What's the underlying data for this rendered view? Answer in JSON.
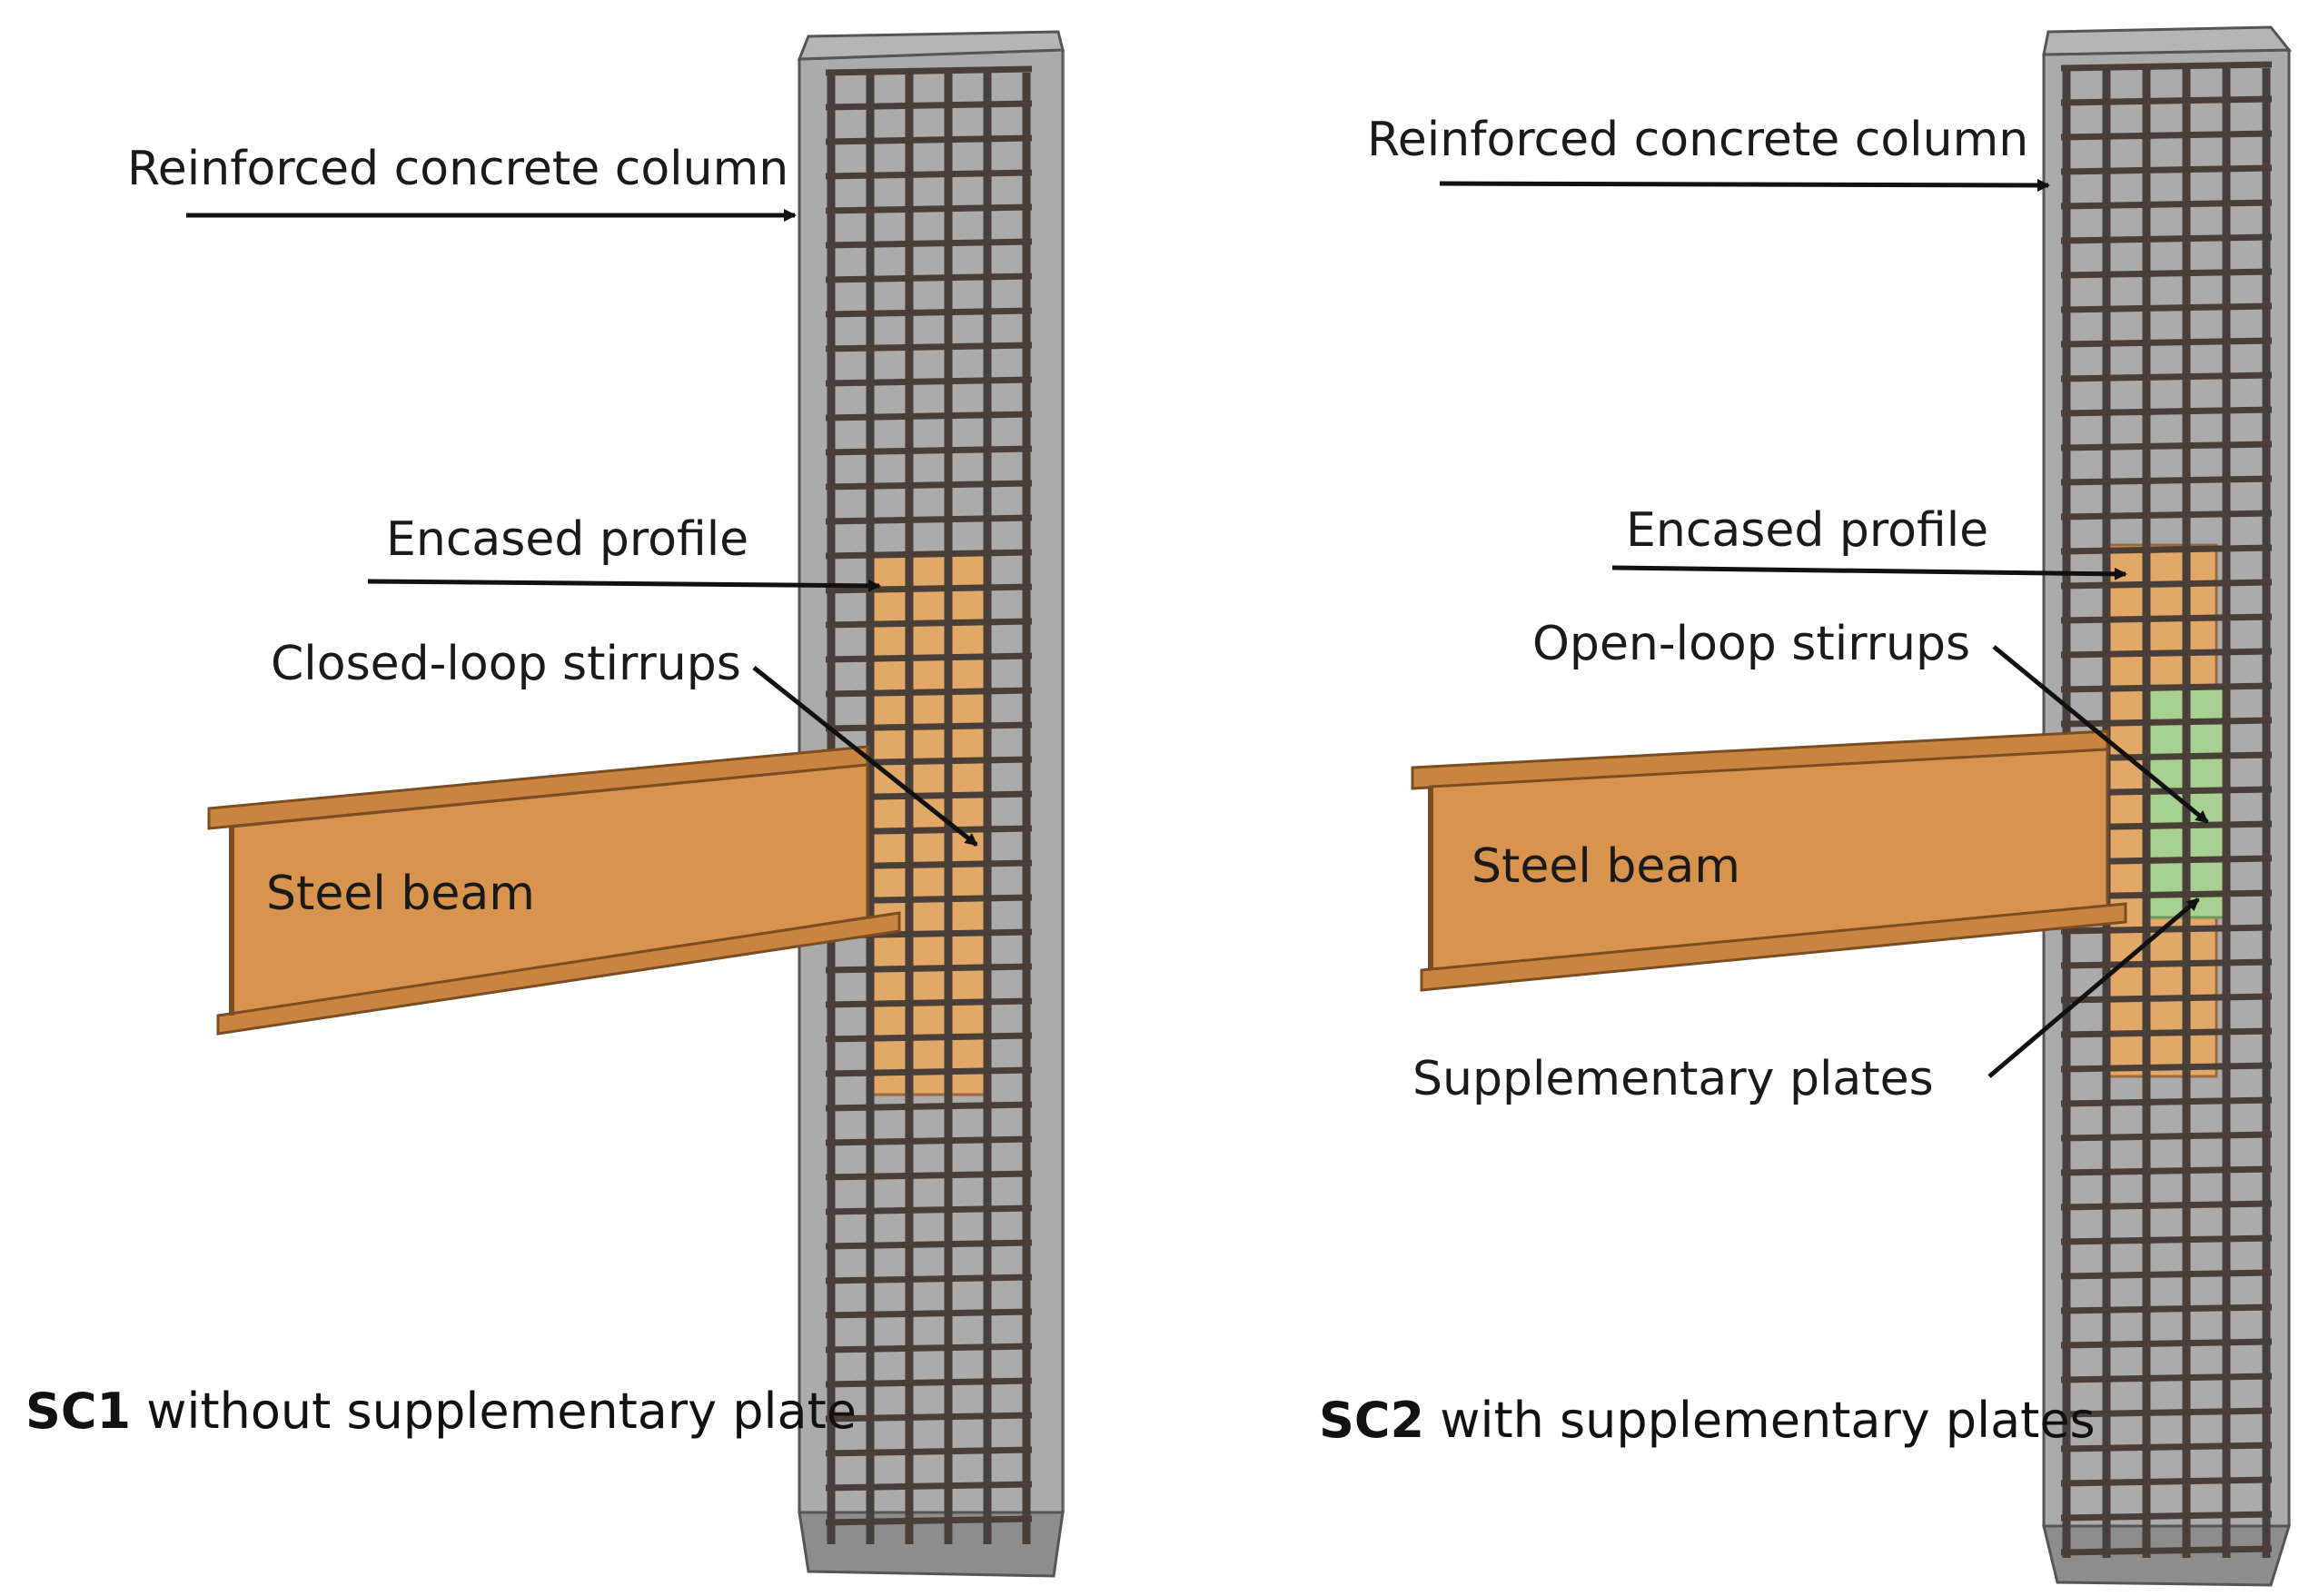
{
  "colors": {
    "concrete": "#9a9a9a",
    "rebar": "#4a3f38",
    "steel_beam": "#d8944e",
    "encased_profile": "#e2a868",
    "supplementary_plate": "#a8d090",
    "arrow": "#111111"
  },
  "panels": [
    {
      "id": "SC1",
      "labels": {
        "column": "Reinforced concrete column",
        "profile": "Encased profile",
        "stirrups": "Closed-loop stirrups",
        "beam": "Steel beam"
      },
      "caption": {
        "code": "SC1",
        "text": "without supplementary plate"
      }
    },
    {
      "id": "SC2",
      "labels": {
        "column": "Reinforced concrete column",
        "profile": "Encased profile",
        "stirrups": "Open-loop stirrups",
        "beam": "Steel beam",
        "plates": "Supplementary plates"
      },
      "caption": {
        "code": "SC2",
        "text": "with supplementary plates"
      }
    }
  ]
}
